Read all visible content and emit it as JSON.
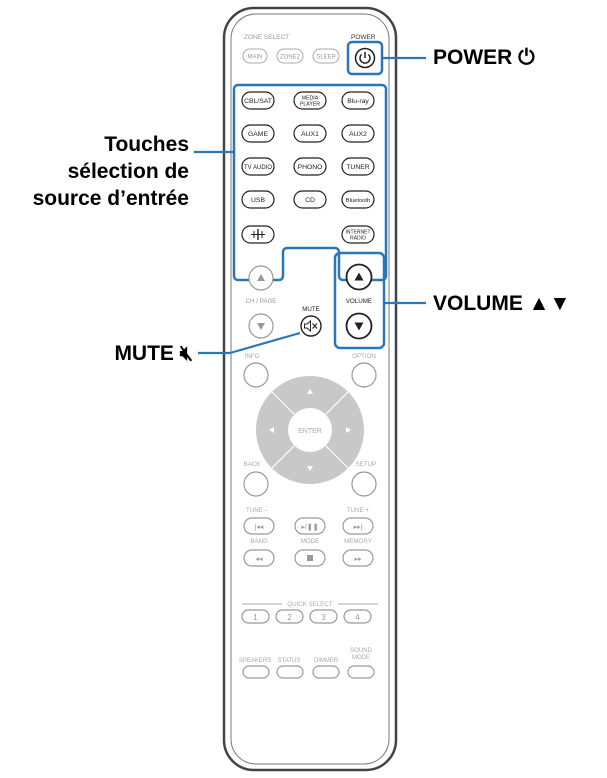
{
  "callouts": {
    "power": "POWER ⏻",
    "source_line1": "Touches",
    "source_line2": "sélection de",
    "source_line3": "source d’entrée",
    "volume": "VOLUME ▲▼",
    "mute": "MUTE 🔇︎"
  },
  "remote": {
    "zone_select": "ZONE SELECT",
    "power": "POWER",
    "main": "MAIN",
    "zone2": "ZONE2",
    "sleep": "SLEEP",
    "sources": [
      "CBL/SAT",
      "MEDIA PLAYER",
      "Blu-ray",
      "GAME",
      "AUX1",
      "AUX2",
      "TV AUDIO",
      "PHONO",
      "TUNER",
      "USB",
      "CD",
      "Bluetooth"
    ],
    "media_player_l1": "MEDIA",
    "media_player_l2": "PLAYER",
    "internet_l1": "INTERNET",
    "internet_l2": "RADIO",
    "ch_page": "CH / PAGE",
    "mute": "MUTE",
    "volume": "VOLUME",
    "info": "INFO",
    "option": "OPTION",
    "enter": "ENTER",
    "back": "BACK",
    "setup": "SETUP",
    "tune_minus": "TUNE –",
    "tune_plus": "TUNE +",
    "band": "BAND",
    "mode": "MODE",
    "memory": "MEMORY",
    "quick_select": "QUICK SELECT",
    "quick": [
      "1",
      "2",
      "3",
      "4"
    ],
    "speakers": "SPEAKERS",
    "status": "STATUS",
    "dimmer": "DIMMER",
    "sound_l1": "SOUND",
    "sound_l2": "MODE"
  },
  "colors": {
    "highlight": "#2a77b8",
    "remote_body": "#ffffff",
    "line": "#555555",
    "light": "#aaaaaa"
  }
}
